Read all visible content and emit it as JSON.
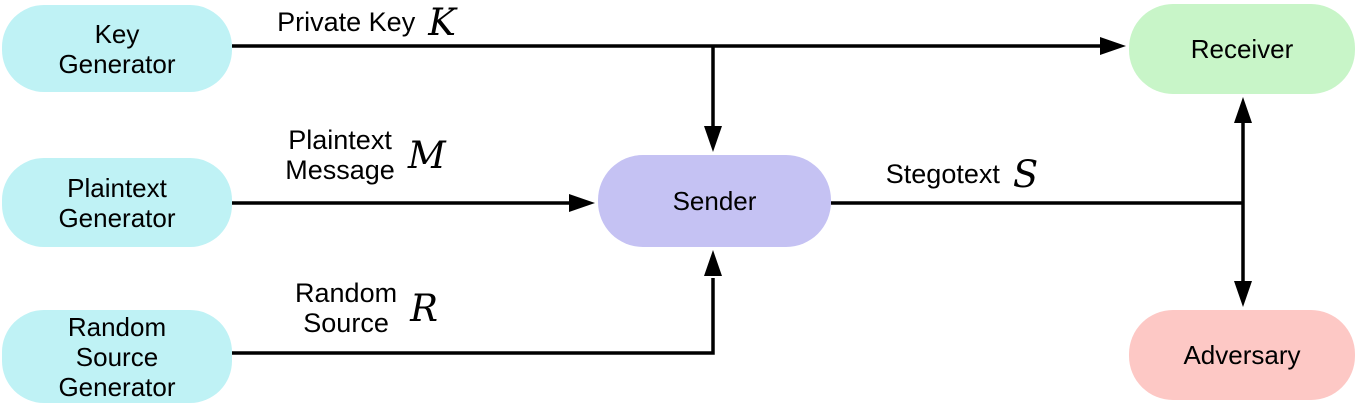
{
  "diagram": {
    "stroke": "#000000",
    "nodes": {
      "key_generator": {
        "label": "Key\nGenerator",
        "fill": "#bff2f5"
      },
      "plaintext_generator": {
        "label": "Plaintext\nGenerator",
        "fill": "#bff2f5"
      },
      "random_source_generator": {
        "label": "Random\nSource\nGenerator",
        "fill": "#bff2f5"
      },
      "sender": {
        "label": "Sender",
        "fill": "#c5c2f3"
      },
      "receiver": {
        "label": "Receiver",
        "fill": "#c8f5c8"
      },
      "adversary": {
        "label": "Adversary",
        "fill": "#fdc8c5"
      }
    },
    "edges": {
      "private_key": {
        "label": "Private Key",
        "symbol": "K"
      },
      "plaintext_message": {
        "label": "Plaintext\nMessage",
        "symbol": "M"
      },
      "random_source": {
        "label": "Random\nSource",
        "symbol": "R"
      },
      "stegotext": {
        "label": "Stegotext",
        "symbol": "S"
      }
    }
  }
}
